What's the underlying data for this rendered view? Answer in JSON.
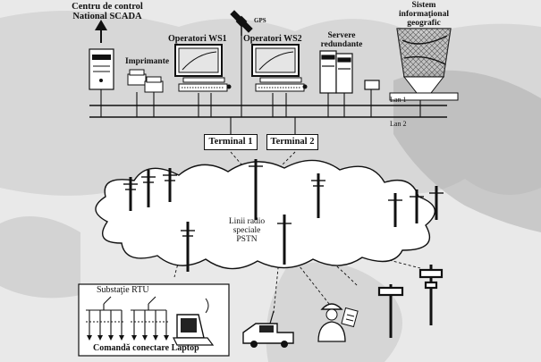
{
  "labels": {
    "scada_line1": "Centru de control",
    "scada_line2": "National SCADA",
    "printers": "Imprimante",
    "ws1": "Operatori WS1",
    "gps": "GPS",
    "ws2": "Operatori WS2",
    "servers_line1": "Servere",
    "servers_line2": "redundante",
    "gis_line1": "Sistem",
    "gis_line2": "informaţional",
    "gis_line3": "geografic",
    "lan1": "Lan 1",
    "lan2": "Lan 2",
    "terminal1": "Terminal 1",
    "terminal2": "Terminal 2",
    "cloud_line1": "Linii radio",
    "cloud_line2": "speciale",
    "cloud_line3": "PSTN",
    "rtu": "Substaţie RTU",
    "laptop": "Comandă conectare Laptop"
  },
  "colors": {
    "ink": "#111111",
    "paper": "#ffffff",
    "background": "#e9e9e9",
    "shade": "#b9b9b9"
  }
}
